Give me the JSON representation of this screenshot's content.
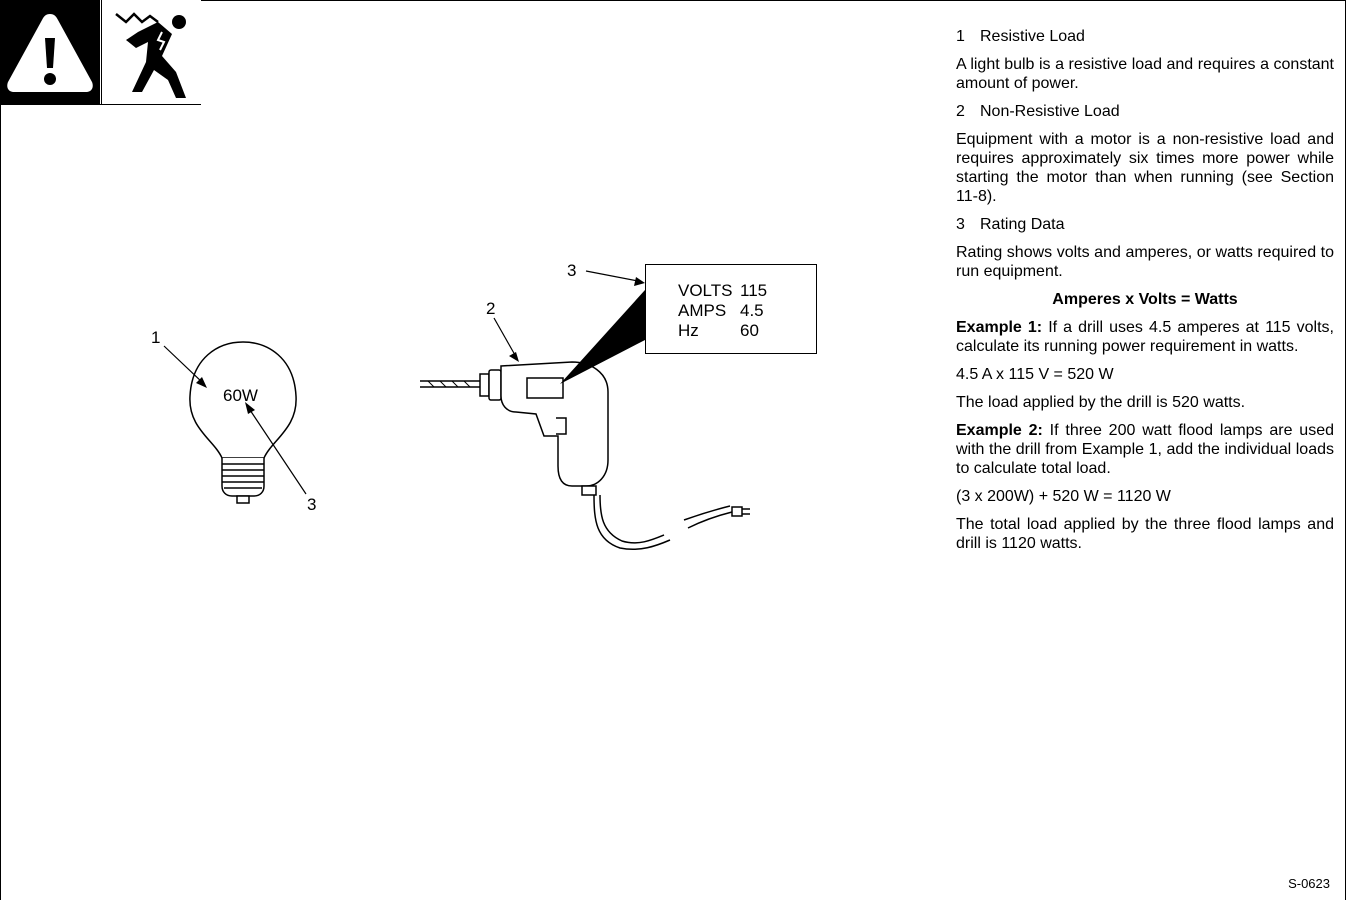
{
  "figure": {
    "callouts": {
      "bulb_1": "1",
      "bulb_3": "3",
      "drill_2": "2",
      "drill_3": "3"
    },
    "bulb_marking": "60W",
    "rating_plate": [
      {
        "label": "VOLTS",
        "value": "115"
      },
      {
        "label": "AMPS",
        "value": "4.5"
      },
      {
        "label": "Hz",
        "value": "60"
      }
    ]
  },
  "legend": {
    "item1_num": "1",
    "item1_title": "Resistive Load",
    "item1_text": "A light bulb is a resistive load and requires a constant amount of power.",
    "item2_num": "2",
    "item2_title": "Non-Resistive Load",
    "item2_text": "Equipment with a motor is a non-resistive load and requires approximately six times more power while starting the motor than when running (see Section 11-8).",
    "item3_num": "3",
    "item3_title": "Rating Data",
    "item3_text": "Rating shows volts and amperes, or watts required to run equipment.",
    "formula": "Amperes x Volts = Watts",
    "example1_label": "Example 1:",
    "example1_text": " If a drill uses 4.5 amperes at 115 volts, calculate its running power requirement in watts.",
    "example1_calc": "4.5 A x 115 V = 520 W",
    "example1_result": "The load applied by the drill is 520 watts.",
    "example2_label": "Example 2:",
    "example2_text": " If three 200 watt flood lamps are used with the drill from Example 1, add the individual loads to calculate total load.",
    "example2_calc": "(3 x 200W) + 520 W = 1120 W",
    "example2_result": "The total load applied by the three flood lamps and drill is 1120 watts."
  },
  "figure_code": "S-0623"
}
